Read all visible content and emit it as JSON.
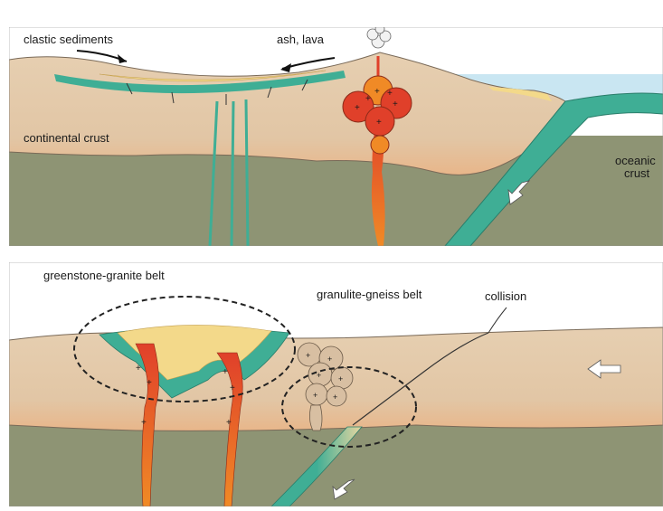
{
  "panel_top": {
    "labels": {
      "clastic_sediments": "clastic sediments",
      "ash_lava": "ash, lava",
      "continental_crust": "continental crust",
      "oceanic_crust_line1": "oceanic",
      "oceanic_crust_line2": "crust"
    }
  },
  "panel_bottom": {
    "labels": {
      "greenstone_granite_belt": "greenstone-granite belt",
      "granulite_gneiss_belt": "granulite-gneiss belt",
      "collision": "collision"
    }
  },
  "colors": {
    "crust": "#e2c6a5",
    "mantle": "#8e9474",
    "ocean": "#c9e6f2",
    "greenstone": "#3fae95",
    "sediment": "#f3d98a",
    "magma_red": "#e0402a",
    "magma_orange": "#f08a26",
    "gneiss": "#d8bfa2",
    "arrow": "#ffffff"
  },
  "icons": {
    "volcano_plume": "smoke-plume-icon",
    "subduction_arrow": "arrow-down-left-icon",
    "convergence_arrow": "arrow-left-icon"
  }
}
